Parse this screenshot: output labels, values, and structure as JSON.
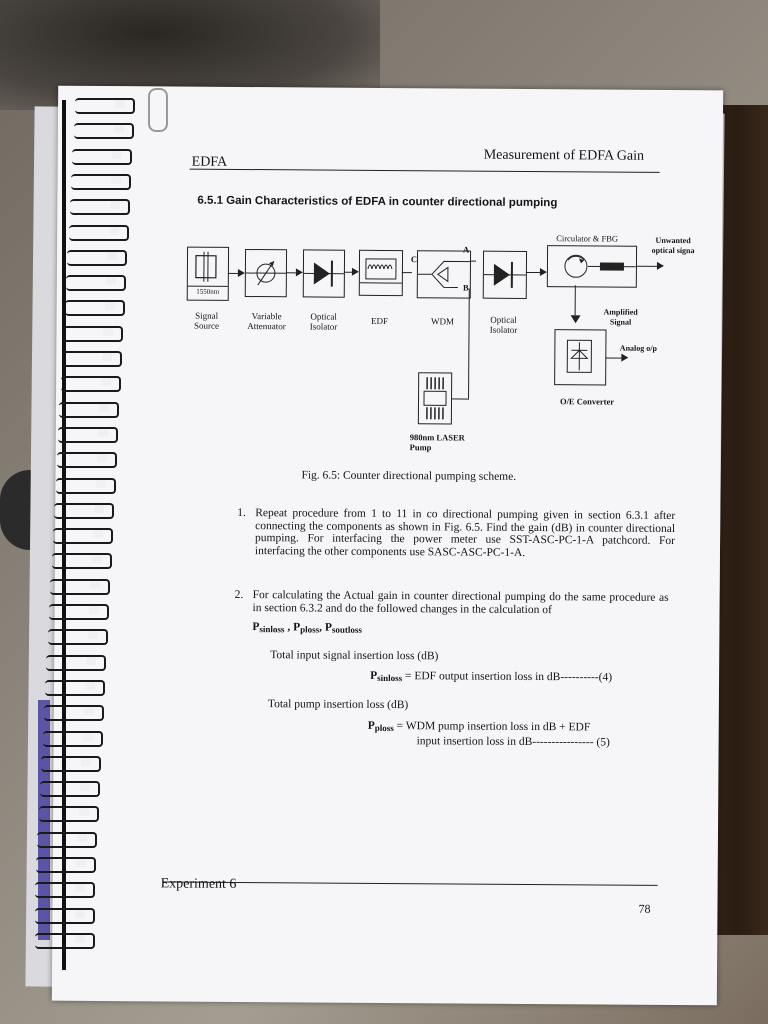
{
  "header": {
    "left": "EDFA",
    "right": "Measurement of EDFA Gain"
  },
  "section_title": "6.5.1 Gain Characteristics of EDFA in counter directional pumping",
  "diagram": {
    "blocks": [
      {
        "name": "Signal Source",
        "label": "Signal\nSource",
        "tag": "1550nm"
      },
      {
        "name": "Variable Attenuator",
        "label": "Variable\nAttenuator"
      },
      {
        "name": "Optical Isolator",
        "label": "Optical\nIsolator"
      },
      {
        "name": "EDF",
        "label": "EDF"
      },
      {
        "name": "WDM",
        "label": "WDM"
      },
      {
        "name": "Optical Isolator 2",
        "label": "Optical\nIsolator"
      }
    ],
    "port_c": "C",
    "port_a": "A",
    "port_b": "B",
    "circulator": "Circulator & FBG",
    "unwanted": "Unwanted\noptical signa",
    "amplified": "Amplified\nSignal",
    "analog": "Analog o/p",
    "converter": "O/E Converter",
    "pump": "980nm LASER\nPump"
  },
  "figure_caption": "Fig. 6.5: Counter directional pumping scheme.",
  "items": [
    {
      "number": "1.",
      "text": "Repeat procedure from 1 to 11 in co directional pumping given in section 6.3.1 after connecting the components as shown in Fig. 6.5. Find the gain (dB) in counter directional pumping. For interfacing the power meter use SST-ASC-PC-1-A patchcord. For interfacing the other components use SASC-ASC-PC-1-A."
    },
    {
      "number": "2.",
      "text": "For calculating the Actual gain in counter directional pumping do the same procedure as in section 6.3.2 and do the followed changes in the calculation of"
    }
  ],
  "symbols": {
    "p1": "P",
    "s1": "sinloss",
    "p2": "P",
    "s2": "ploss",
    "p3": "P",
    "s3": "soutloss"
  },
  "eq1": {
    "heading": "Total input signal insertion loss (dB)",
    "lhs_p": "P",
    "lhs_sub": "sinloss",
    "rhs": "= EDF output insertion loss in dB----------(4)"
  },
  "eq2": {
    "heading": "Total pump insertion loss (dB)",
    "lhs_p": "P",
    "lhs_sub": "ploss",
    "rhs1": "= WDM pump insertion loss in dB + EDF",
    "rhs2": "input insertion loss in dB---------------- (5)"
  },
  "footer": {
    "left": "Experiment 6",
    "page": "78"
  }
}
